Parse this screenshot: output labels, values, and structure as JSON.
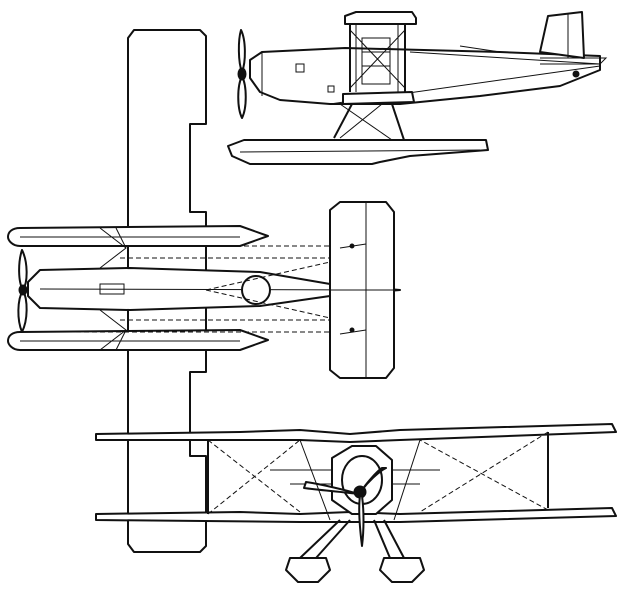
{
  "drawing": {
    "views": [
      "side-view",
      "top-view",
      "front-view"
    ],
    "colors": {
      "ink": "#111111",
      "paper": "#ffffff"
    }
  }
}
